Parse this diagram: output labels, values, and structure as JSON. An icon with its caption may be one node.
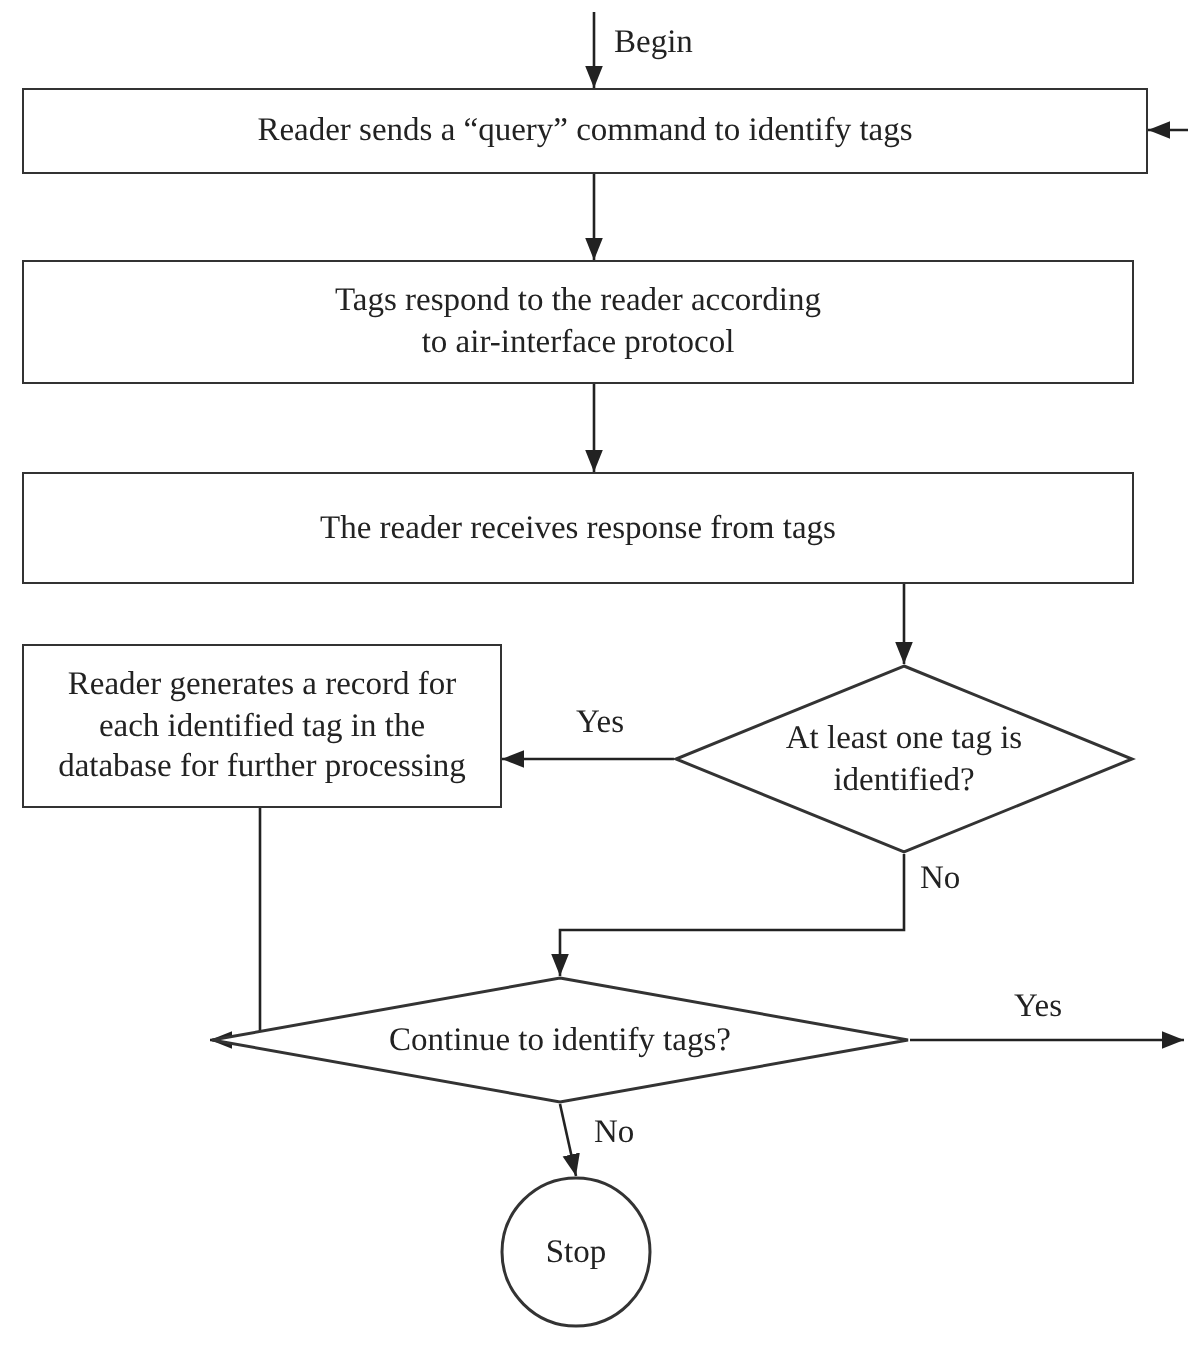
{
  "diagram": {
    "nodes": [
      {
        "text": [
          "Reader sends a “query” command to identify tags"
        ]
      },
      {
        "text": [
          "Tags respond to the reader according to air-interface protocol"
        ]
      },
      {
        "text": [
          "The reader receives response from tags"
        ]
      },
      {
        "text": [
          "At least one tag is identified?"
        ]
      },
      {
        "text": [
          "Reader generates a record for each identified tag in the database for further processing"
        ]
      },
      {
        "text": [
          "Continue to identify tags?"
        ]
      },
      {
        "text": [
          "Stop"
        ]
      }
    ],
    "edges": [
      {
        "from": null,
        "to": 0,
        "arrow": "to",
        "label": "Begin"
      },
      {
        "from": 0,
        "to": 1,
        "arrow": "to"
      },
      {
        "from": 1,
        "to": 2,
        "arrow": "to"
      },
      {
        "from": 2,
        "to": 3,
        "arrow": "to"
      },
      {
        "from": 3,
        "to": 4,
        "arrow": "to",
        "label": "Yes"
      },
      {
        "from": 3,
        "to": 5,
        "arrow": "to",
        "label": "No"
      },
      {
        "from": 4,
        "to": 5,
        "arrow": "to"
      },
      {
        "from": 5,
        "to": null,
        "arrow": "to",
        "label": "Yes"
      },
      {
        "from": null,
        "to": 0,
        "arrow": "to"
      },
      {
        "from": 5,
        "to": 6,
        "arrow": "to",
        "label": "No"
      }
    ]
  }
}
